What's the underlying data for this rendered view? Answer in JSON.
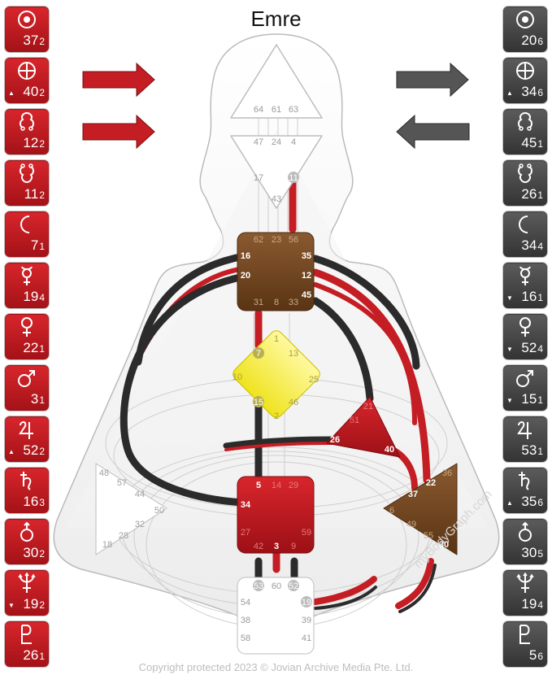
{
  "title": "Emre",
  "left_column": [
    {
      "icon": "sun-icon",
      "value": "37",
      "line": "2",
      "mark": ""
    },
    {
      "icon": "earth-icon",
      "value": "40",
      "line": "2",
      "mark": "▲"
    },
    {
      "icon": "north-node-icon",
      "value": "12",
      "line": "2",
      "mark": ""
    },
    {
      "icon": "south-node-icon",
      "value": "11",
      "line": "2",
      "mark": ""
    },
    {
      "icon": "moon-icon",
      "value": "7",
      "line": "1",
      "mark": ""
    },
    {
      "icon": "mercury-icon",
      "value": "19",
      "line": "4",
      "mark": ""
    },
    {
      "icon": "venus-icon",
      "value": "22",
      "line": "1",
      "mark": ""
    },
    {
      "icon": "mars-icon",
      "value": "3",
      "line": "1",
      "mark": ""
    },
    {
      "icon": "jupiter-icon",
      "value": "52",
      "line": "2",
      "mark": "▲"
    },
    {
      "icon": "saturn-icon",
      "value": "16",
      "line": "3",
      "mark": ""
    },
    {
      "icon": "uranus-icon",
      "value": "30",
      "line": "2",
      "mark": ""
    },
    {
      "icon": "neptune-icon",
      "value": "19",
      "line": "2",
      "mark": "▼"
    },
    {
      "icon": "pluto-icon",
      "value": "26",
      "line": "1",
      "mark": ""
    }
  ],
  "right_column": [
    {
      "icon": "sun-icon",
      "value": "20",
      "line": "6",
      "mark": ""
    },
    {
      "icon": "earth-icon",
      "value": "34",
      "line": "6",
      "mark": "▲"
    },
    {
      "icon": "north-node-icon",
      "value": "45",
      "line": "1",
      "mark": ""
    },
    {
      "icon": "south-node-icon",
      "value": "26",
      "line": "1",
      "mark": ""
    },
    {
      "icon": "moon-icon",
      "value": "34",
      "line": "4",
      "mark": ""
    },
    {
      "icon": "mercury-icon",
      "value": "16",
      "line": "1",
      "mark": "▼"
    },
    {
      "icon": "venus-icon",
      "value": "52",
      "line": "4",
      "mark": "▼"
    },
    {
      "icon": "mars-icon",
      "value": "15",
      "line": "1",
      "mark": "▼"
    },
    {
      "icon": "jupiter-icon",
      "value": "53",
      "line": "1",
      "mark": ""
    },
    {
      "icon": "saturn-icon",
      "value": "35",
      "line": "6",
      "mark": "▲"
    },
    {
      "icon": "uranus-icon",
      "value": "30",
      "line": "5",
      "mark": ""
    },
    {
      "icon": "neptune-icon",
      "value": "19",
      "line": "4",
      "mark": ""
    },
    {
      "icon": "pluto-icon",
      "value": "5",
      "line": "6",
      "mark": ""
    }
  ],
  "colors": {
    "design": "#c41e24",
    "personality": "#444444",
    "ego": "#6e4320",
    "throat": "#6e4320",
    "g": "#f4ee3a",
    "sacral": "#b81c22"
  },
  "gates": {
    "head": [
      "64",
      "61",
      "63"
    ],
    "ajna": [
      "47",
      "24",
      "4",
      "17",
      "11",
      "43"
    ],
    "throat": [
      "62",
      "23",
      "56",
      "16",
      "35",
      "20",
      "12",
      "45",
      "31",
      "8",
      "33"
    ],
    "g": [
      "1",
      "7",
      "13",
      "10",
      "25",
      "15",
      "46",
      "2"
    ],
    "ego": [
      "21",
      "51",
      "26",
      "40"
    ],
    "spleen": [
      "48",
      "57",
      "44",
      "50",
      "32",
      "28",
      "18"
    ],
    "sacral": [
      "5",
      "14",
      "29",
      "34",
      "27",
      "59",
      "42",
      "3",
      "9"
    ],
    "solar": [
      "36",
      "22",
      "37",
      "6",
      "49",
      "55",
      "30"
    ],
    "root": [
      "53",
      "60",
      "52",
      "54",
      "19",
      "38",
      "39",
      "58",
      "41"
    ]
  },
  "watermark": "myBodyGraph.com",
  "footer": "Copyright protected 2023 © Jovian Archive Media Pte. Ltd."
}
